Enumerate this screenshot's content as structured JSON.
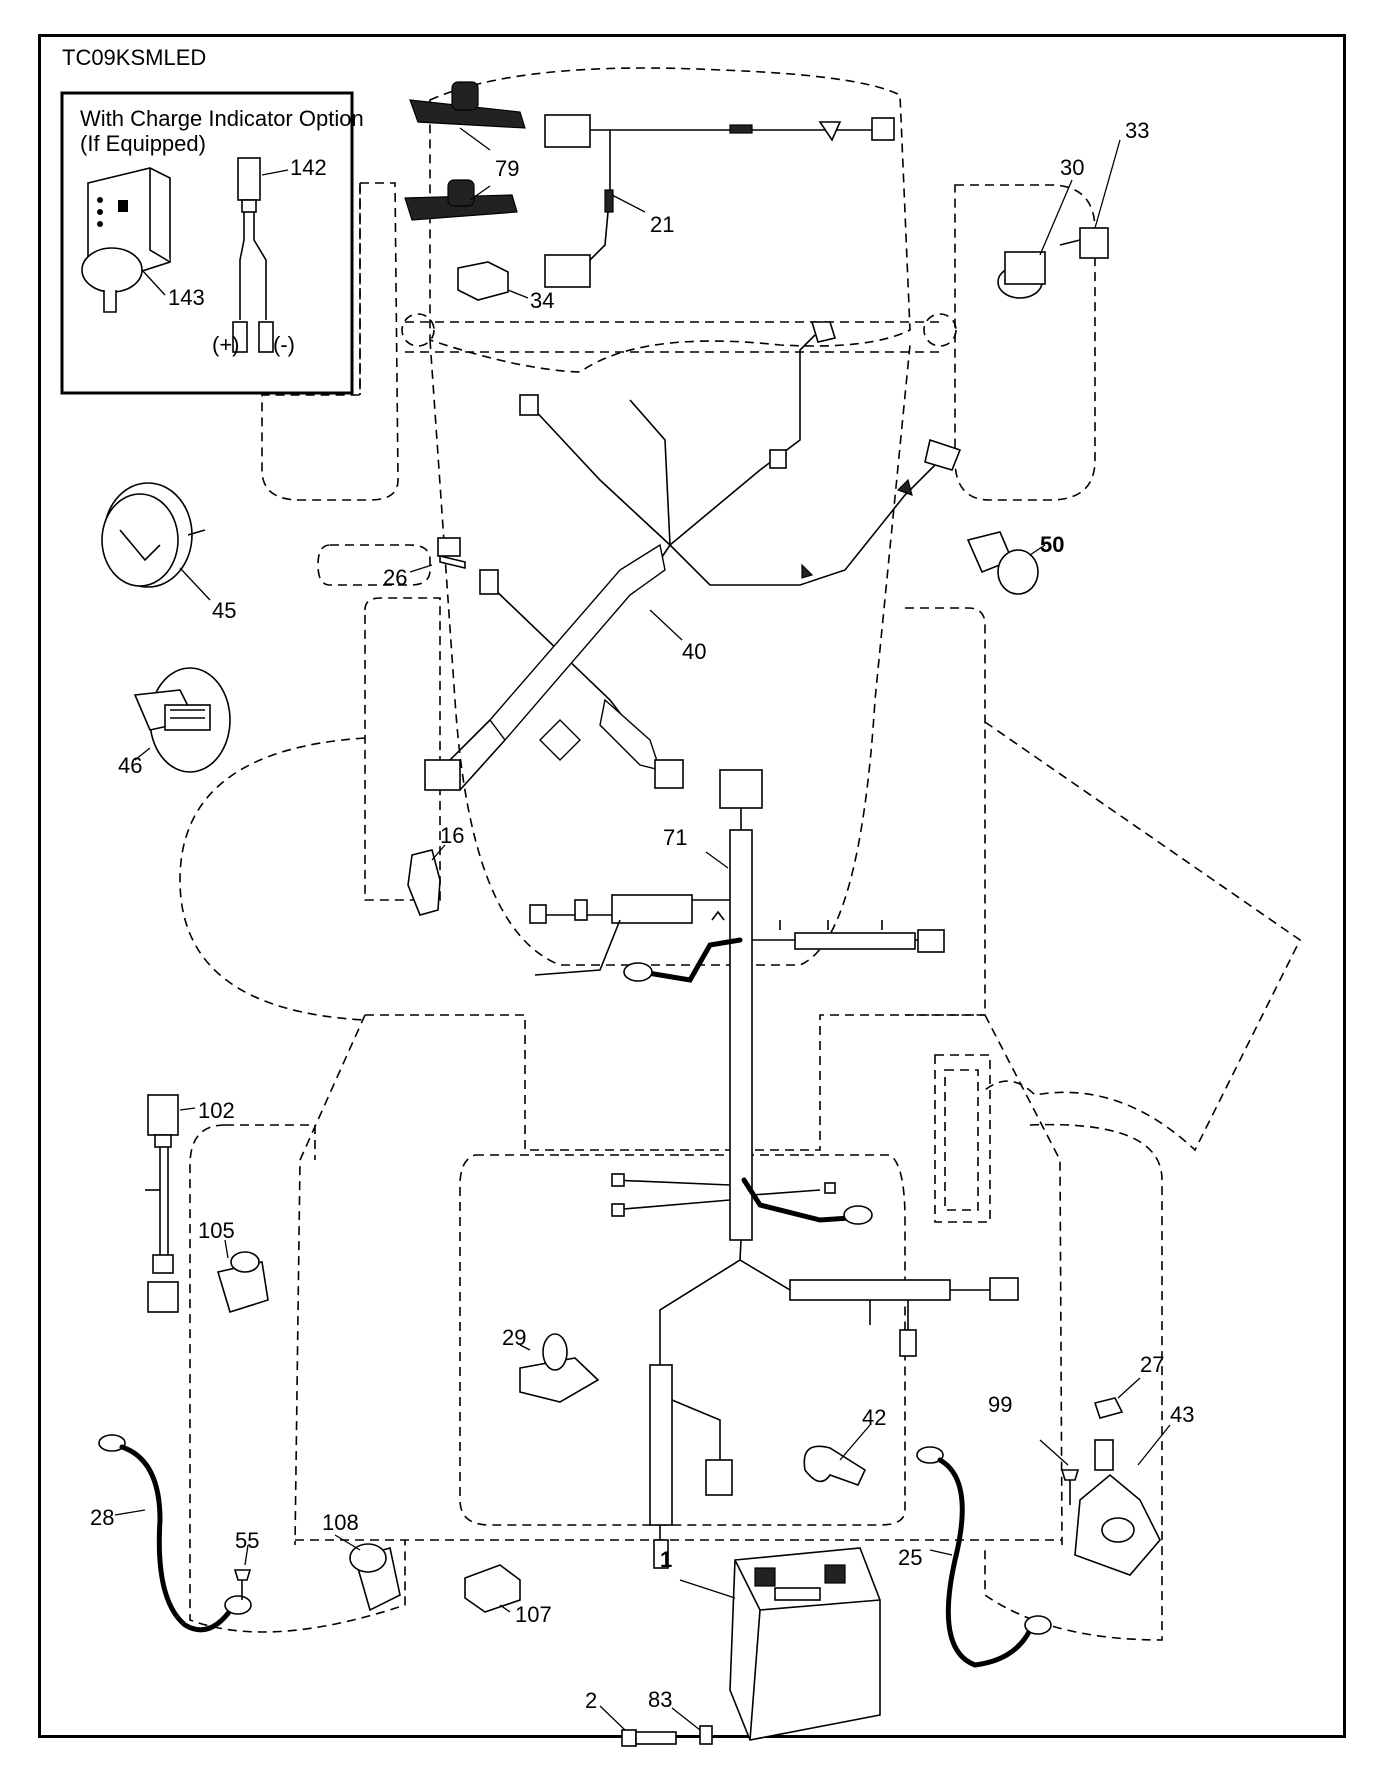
{
  "diagram": {
    "code": "TC09KSMLED",
    "inset": {
      "title_line1": "With Charge Indicator Option",
      "title_line2": "(If Equipped)",
      "plus": "(+)",
      "minus": "(-)"
    },
    "callouts": [
      {
        "id": "c1",
        "text": "1"
      },
      {
        "id": "c2",
        "text": "2"
      },
      {
        "id": "c16",
        "text": "16"
      },
      {
        "id": "c21",
        "text": "21"
      },
      {
        "id": "c25",
        "text": "25"
      },
      {
        "id": "c26",
        "text": "26"
      },
      {
        "id": "c27",
        "text": "27"
      },
      {
        "id": "c28",
        "text": "28"
      },
      {
        "id": "c29",
        "text": "29"
      },
      {
        "id": "c30",
        "text": "30"
      },
      {
        "id": "c33",
        "text": "33"
      },
      {
        "id": "c34",
        "text": "34"
      },
      {
        "id": "c40",
        "text": "40"
      },
      {
        "id": "c42",
        "text": "42"
      },
      {
        "id": "c43",
        "text": "43"
      },
      {
        "id": "c45",
        "text": "45"
      },
      {
        "id": "c46",
        "text": "46"
      },
      {
        "id": "c50",
        "text": "50"
      },
      {
        "id": "c55",
        "text": "55"
      },
      {
        "id": "c71",
        "text": "71"
      },
      {
        "id": "c79",
        "text": "79"
      },
      {
        "id": "c83",
        "text": "83"
      },
      {
        "id": "c99",
        "text": "99"
      },
      {
        "id": "c102",
        "text": "102"
      },
      {
        "id": "c105",
        "text": "105"
      },
      {
        "id": "c107",
        "text": "107"
      },
      {
        "id": "c108",
        "text": "108"
      },
      {
        "id": "c142",
        "text": "142"
      },
      {
        "id": "c143",
        "text": "143"
      }
    ]
  }
}
